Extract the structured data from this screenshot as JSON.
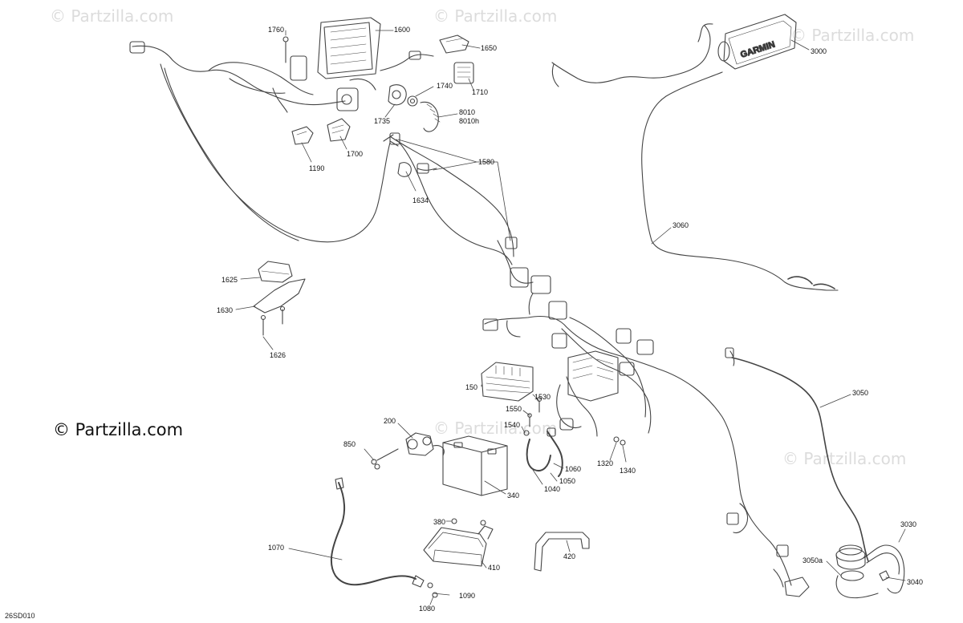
{
  "watermarks": [
    "© Partzilla.com",
    "© Partzilla.com",
    "© Partzilla.com",
    "© Partzilla.com",
    "© Partzilla.com"
  ],
  "watermark_main": "© Partzilla.com",
  "diagram_code": "26SD010",
  "display_brand": "GARMIN",
  "callouts": [
    "1760",
    "1600",
    "1650",
    "1710",
    "1740",
    "8010",
    "8010h",
    "1735",
    "1700",
    "1190",
    "1580",
    "1634",
    "3000",
    "3060",
    "1625",
    "1630",
    "1626",
    "150",
    "1530",
    "1550",
    "1540",
    "200",
    "850",
    "340",
    "1060",
    "1050",
    "1040",
    "1320",
    "1340",
    "3050",
    "380",
    "410",
    "420",
    "1070",
    "1090",
    "1080",
    "3030",
    "3050a",
    "3040"
  ]
}
